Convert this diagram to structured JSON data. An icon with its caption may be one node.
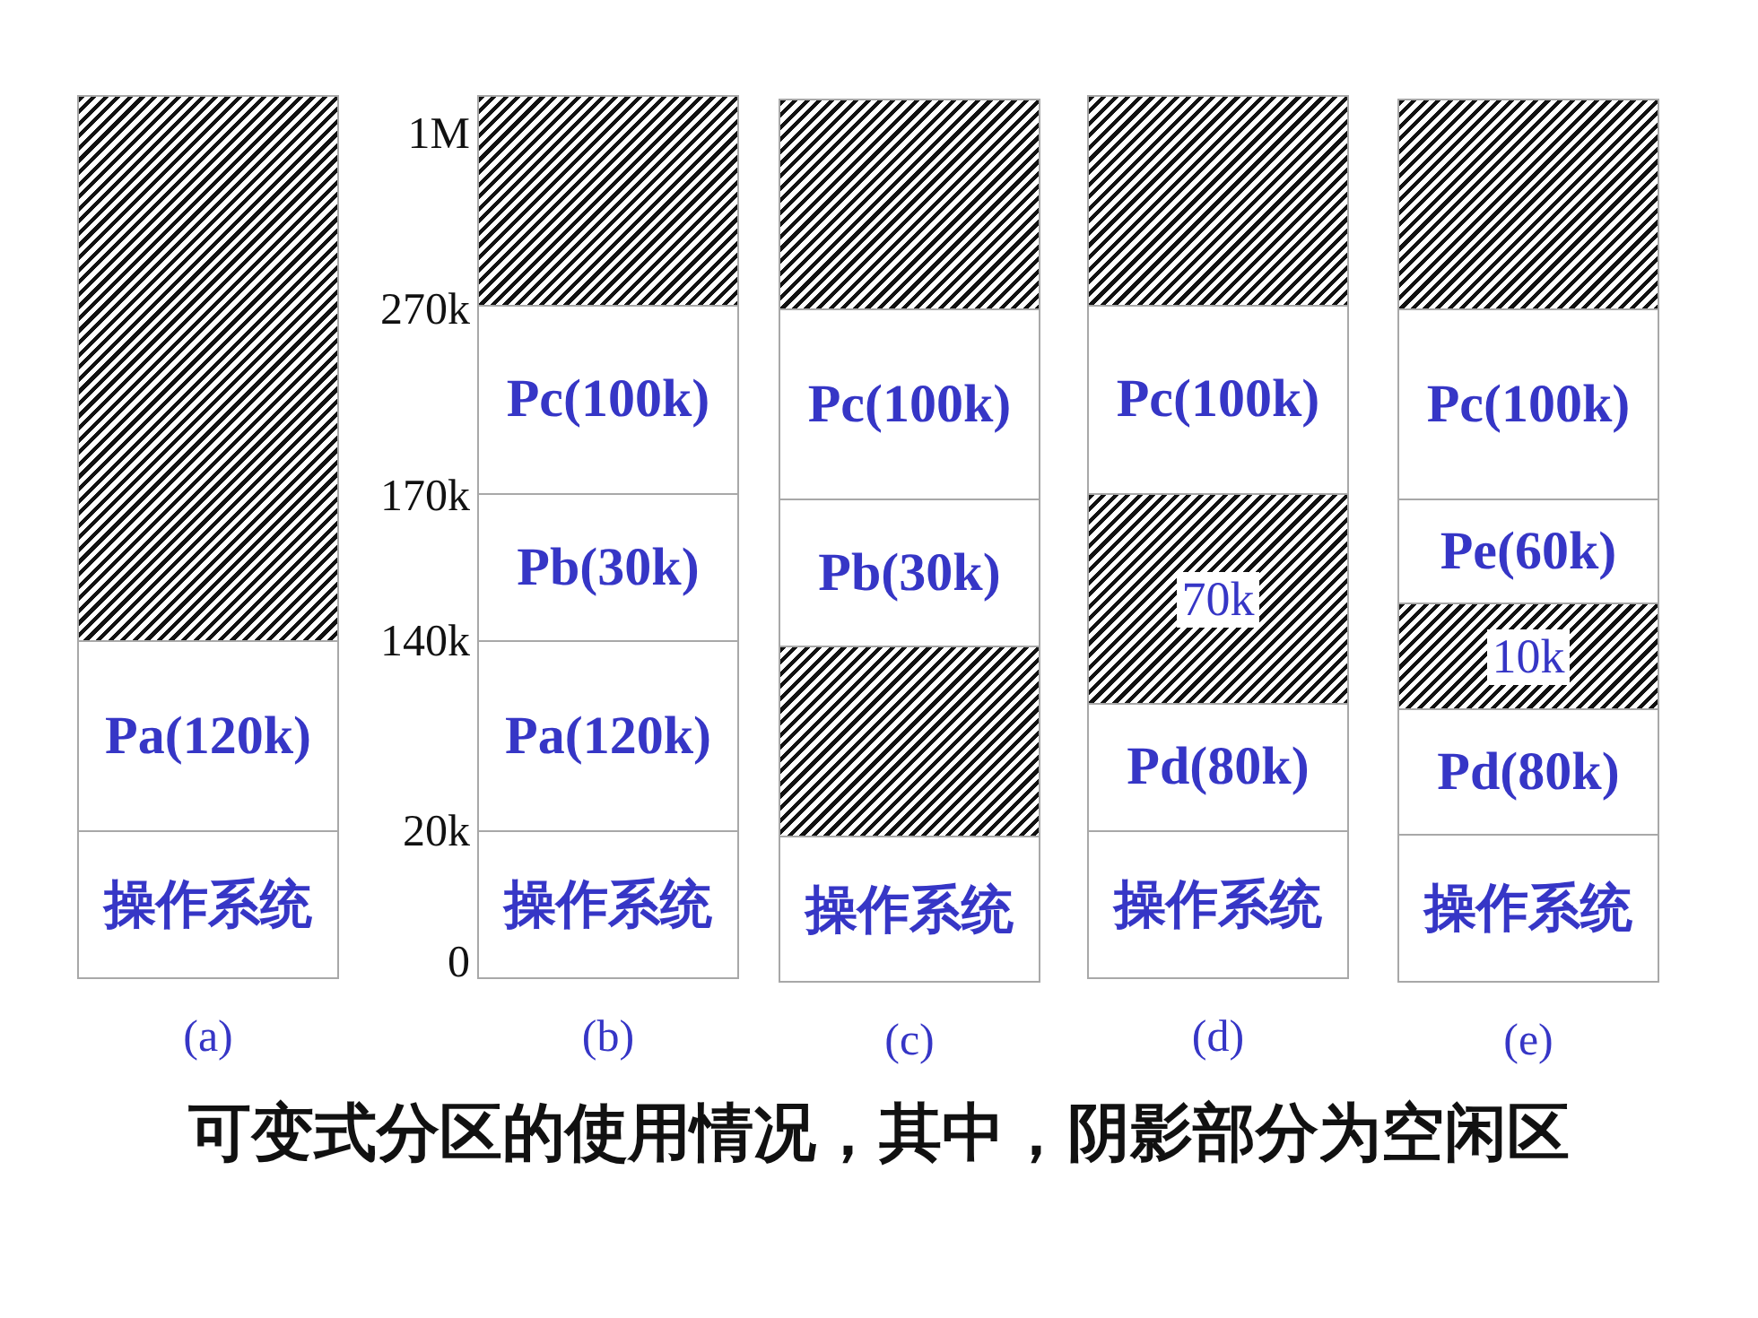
{
  "diagram": {
    "caption": "可变式分区的使用情况，其中，阴影部分为空闲区",
    "nodes": [
      {
        "text": [],
        "shape": "box",
        "beside": [
          "(a)"
        ]
      },
      {
        "text": [],
        "shape": "box",
        "in": 0
      },
      {
        "text": [
          "Pa(120k)"
        ],
        "in": 0
      },
      {
        "text": [
          "操作系统"
        ],
        "in": 0
      },
      {
        "text": [],
        "shape": "box",
        "beside": [
          "(b)"
        ]
      },
      {
        "text": [],
        "shape": "box",
        "in": 4
      },
      {
        "text": [
          "Pc(100k)"
        ],
        "in": 4
      },
      {
        "text": [
          "Pb(30k)"
        ],
        "in": 4
      },
      {
        "text": [
          "Pa(120k)"
        ],
        "in": 4
      },
      {
        "text": [
          "操作系统"
        ],
        "in": 4
      },
      {
        "text": [],
        "shape": "box",
        "beside": [
          "(c)"
        ]
      },
      {
        "text": [],
        "shape": "box",
        "in": 10
      },
      {
        "text": [
          "Pc(100k)"
        ],
        "in": 10
      },
      {
        "text": [
          "Pb(30k)"
        ],
        "in": 10
      },
      {
        "text": [],
        "shape": "box",
        "in": 10
      },
      {
        "text": [
          "操作系统"
        ],
        "in": 10
      },
      {
        "text": [],
        "shape": "box",
        "beside": [
          "(d)"
        ]
      },
      {
        "text": [],
        "shape": "box",
        "in": 16
      },
      {
        "text": [
          "Pc(100k)"
        ],
        "in": 16
      },
      {
        "text": [
          "70k"
        ],
        "in": 16
      },
      {
        "text": [
          "Pd(80k)"
        ],
        "in": 16
      },
      {
        "text": [
          "操作系统"
        ],
        "in": 16
      },
      {
        "text": [],
        "shape": "box",
        "beside": [
          "(e)"
        ]
      },
      {
        "text": [],
        "shape": "box",
        "in": 22
      },
      {
        "text": [
          "Pc(100k)"
        ],
        "in": 22
      },
      {
        "text": [
          "Pe(60k)"
        ],
        "in": 22
      },
      {
        "text": [
          "10k"
        ],
        "in": 22
      },
      {
        "text": [
          "Pd(80k)"
        ],
        "in": 22
      },
      {
        "text": [
          "操作系统"
        ],
        "in": 22
      }
    ],
    "labels": [
      "1M",
      "270k",
      "170k",
      "140k",
      "20k",
      "0"
    ]
  }
}
